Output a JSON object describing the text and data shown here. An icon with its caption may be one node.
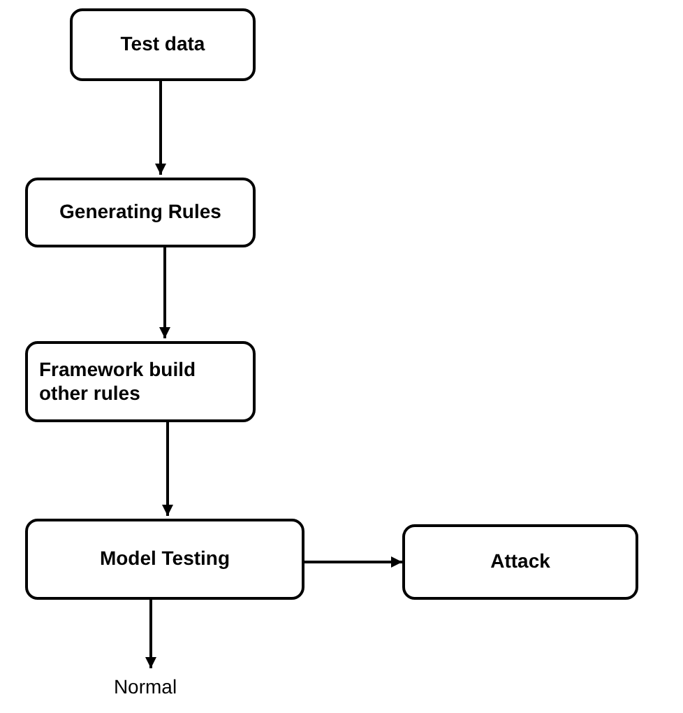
{
  "diagram": {
    "nodes": [
      {
        "text": [
          "Test data"
        ]
      },
      {
        "text": [
          "Generating Rules"
        ]
      },
      {
        "text": [
          "Framework build other rules"
        ]
      },
      {
        "text": [
          "Model Testing"
        ]
      },
      {
        "text": [
          "Attack"
        ]
      },
      {
        "text": [
          "Normal"
        ]
      }
    ],
    "edges": [
      {
        "from": 0,
        "to": 1,
        "arrow": "to"
      },
      {
        "from": 1,
        "to": 2,
        "arrow": "to"
      },
      {
        "from": 2,
        "to": 3,
        "arrow": "to"
      },
      {
        "from": 3,
        "to": 4,
        "arrow": "to"
      },
      {
        "from": 3,
        "to": 5,
        "arrow": "to"
      }
    ]
  }
}
